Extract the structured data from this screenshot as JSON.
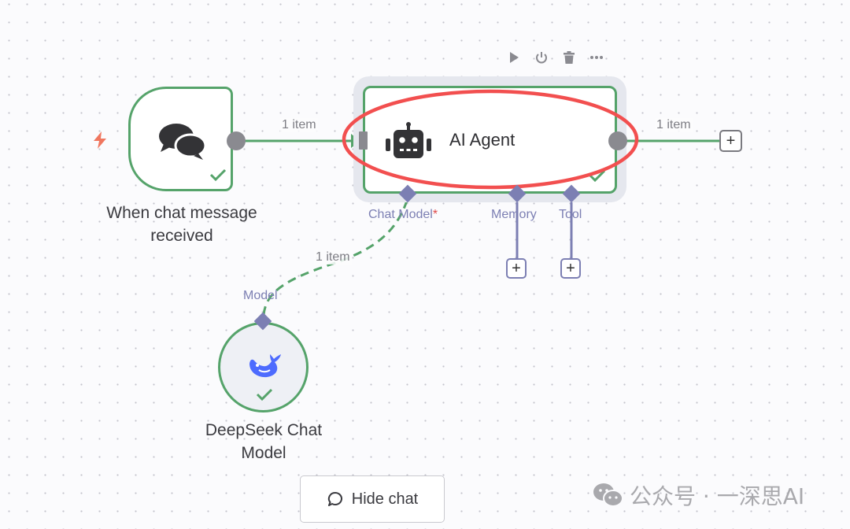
{
  "canvas": {
    "colors": {
      "success_green": "#55a36a",
      "port_purple": "#7c7fb3",
      "handle_grey": "#8a8a90",
      "highlight_red": "#f24f4f",
      "trigger_orange": "#f0775f",
      "deepseek_blue": "#4d6bfe"
    }
  },
  "nodes": {
    "trigger": {
      "label_line1": "When chat message",
      "label_line2": "received",
      "icon": "chat-bubbles-icon",
      "status": "success"
    },
    "agent": {
      "title": "AI Agent",
      "icon": "robot-icon",
      "status": "success",
      "highlighted": true,
      "toolbar": [
        {
          "name": "execute-node",
          "icon": "play-icon"
        },
        {
          "name": "deactivate-node",
          "icon": "power-icon"
        },
        {
          "name": "delete-node",
          "icon": "trash-icon"
        },
        {
          "name": "more-options",
          "icon": "more-horizontal-icon"
        }
      ],
      "ports": {
        "chat_model": "Chat Model",
        "chat_model_required": "*",
        "memory": "Memory",
        "tool": "Tool"
      }
    },
    "model": {
      "label_line1": "DeepSeek Chat",
      "label_line2": "Model",
      "port_label": "Model",
      "icon": "deepseek-whale-icon",
      "status": "success"
    }
  },
  "edges": {
    "trigger_to_agent": "1 item",
    "agent_out": "1 item",
    "model_to_agent": "1 item"
  },
  "footer": {
    "hide_chat_label": "Hide chat"
  },
  "watermark": {
    "text": "公众号 · 一深思AI"
  }
}
